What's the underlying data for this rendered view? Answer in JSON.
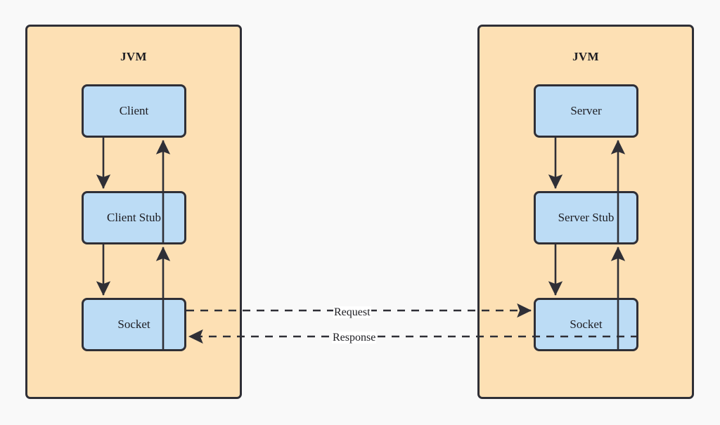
{
  "diagram": {
    "title": "Java RMI client-server architecture",
    "background_color": "#f9f9f9",
    "panel_color": "#fde0b4",
    "node_color": "#bcdcf5",
    "stroke_color": "#2f2f36",
    "panels": [
      {
        "id": "client-jvm",
        "label": "JVM",
        "nodes": [
          {
            "id": "client",
            "label": "Client"
          },
          {
            "id": "client-stub",
            "label": "Client Stub"
          },
          {
            "id": "client-socket",
            "label": "Socket"
          }
        ]
      },
      {
        "id": "server-jvm",
        "label": "JVM",
        "nodes": [
          {
            "id": "server",
            "label": "Server"
          },
          {
            "id": "server-stub",
            "label": "Server Stub"
          },
          {
            "id": "server-socket",
            "label": "Socket"
          }
        ]
      }
    ],
    "connections": [
      {
        "id": "request",
        "label": "Request",
        "from": "client-socket",
        "to": "server-socket",
        "style": "dashed"
      },
      {
        "id": "response",
        "label": "Response",
        "from": "server-socket",
        "to": "client-socket",
        "style": "dashed"
      }
    ]
  }
}
